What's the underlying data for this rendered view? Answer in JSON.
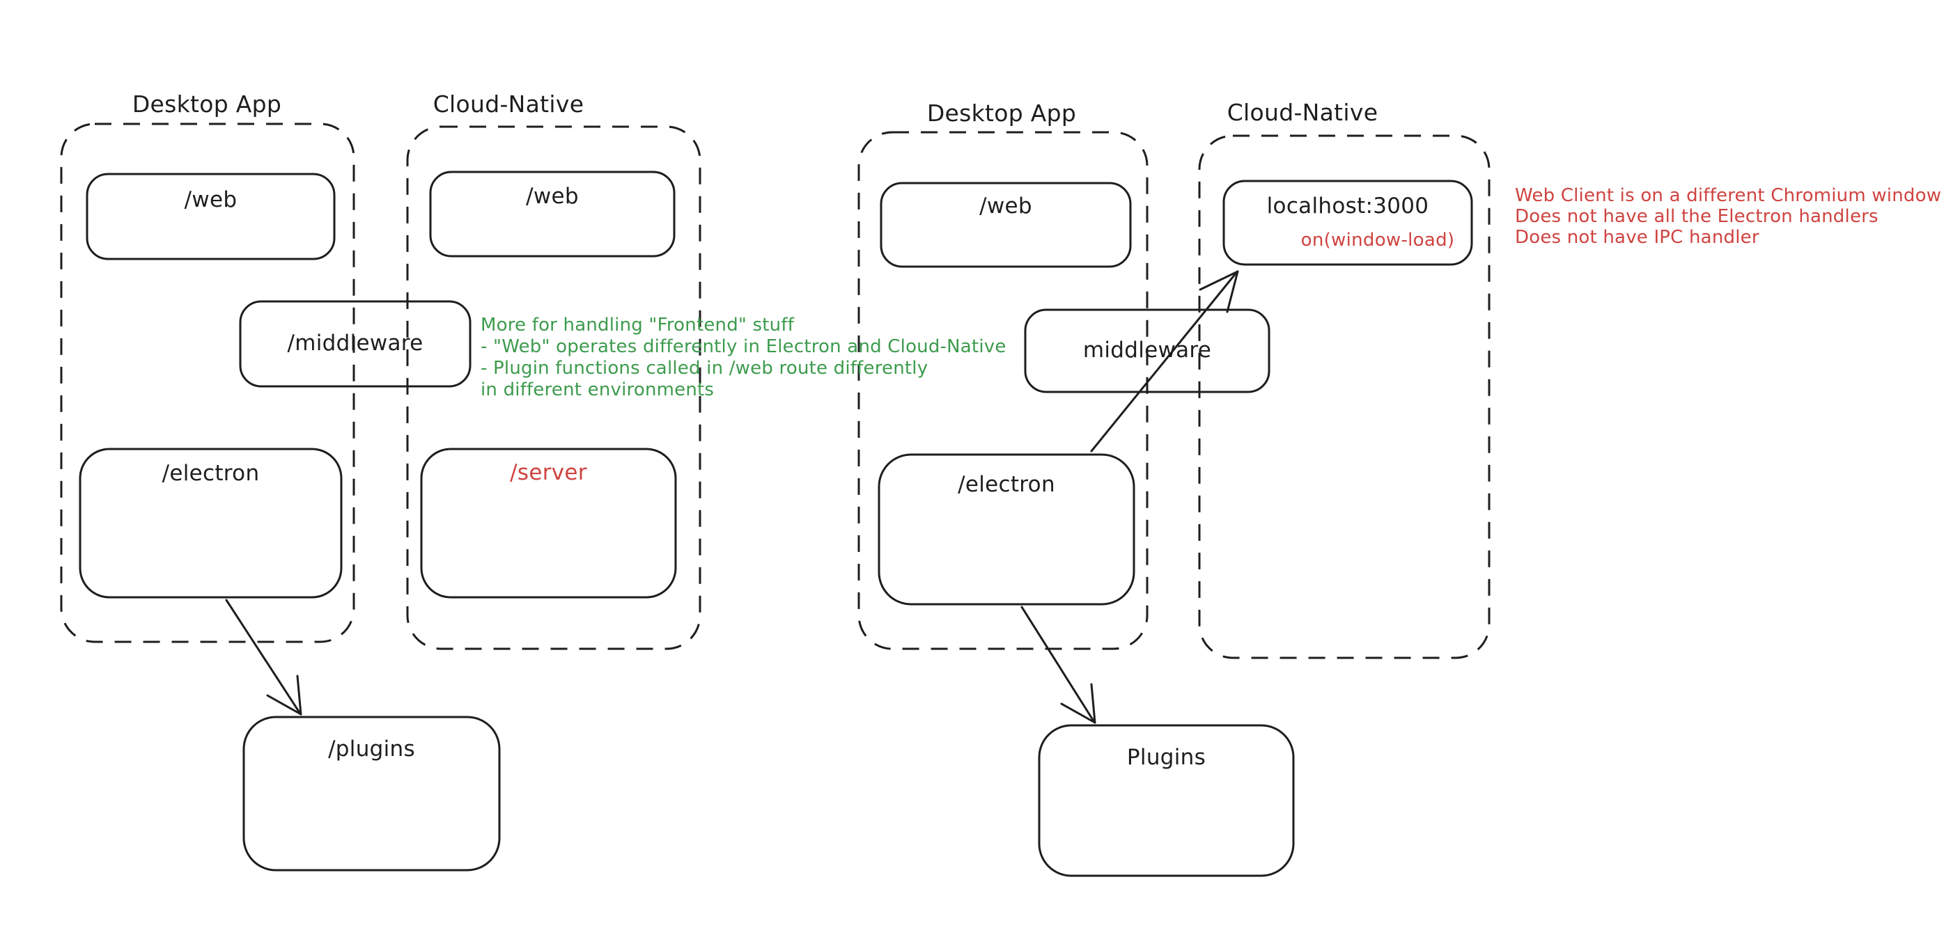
{
  "colors": {
    "background": "#ffffff",
    "ink": "#1e1e1e",
    "green": "#3d9b4d",
    "red": "#cf4340"
  },
  "left": {
    "desktop_group_label": "Desktop App",
    "cloud_group_label": "Cloud-Native",
    "web_desktop_box": "/web",
    "web_cloud_box": "/web",
    "middleware_box": "/middleware",
    "electron_box": "/electron",
    "server_box": "/server",
    "plugins_box": "/plugins",
    "note_lines": [
      "More for handling \"Frontend\" stuff",
      "- \"Web\" operates differently in Electron and Cloud-Native",
      "- Plugin functions called in /web route differently",
      "in different environments"
    ]
  },
  "right": {
    "desktop_group_label": "Desktop App",
    "cloud_group_label": "Cloud-Native",
    "web_box": "/web",
    "localhost_box": "localhost:3000",
    "localhost_annotation": "on(window-load)",
    "middleware_box": "middleware",
    "electron_box": "/electron",
    "plugins_box": "Plugins",
    "note_lines": [
      "Web Client is on a different Chromium window",
      "Does not have all the Electron handlers",
      "Does not have IPC handler"
    ]
  }
}
